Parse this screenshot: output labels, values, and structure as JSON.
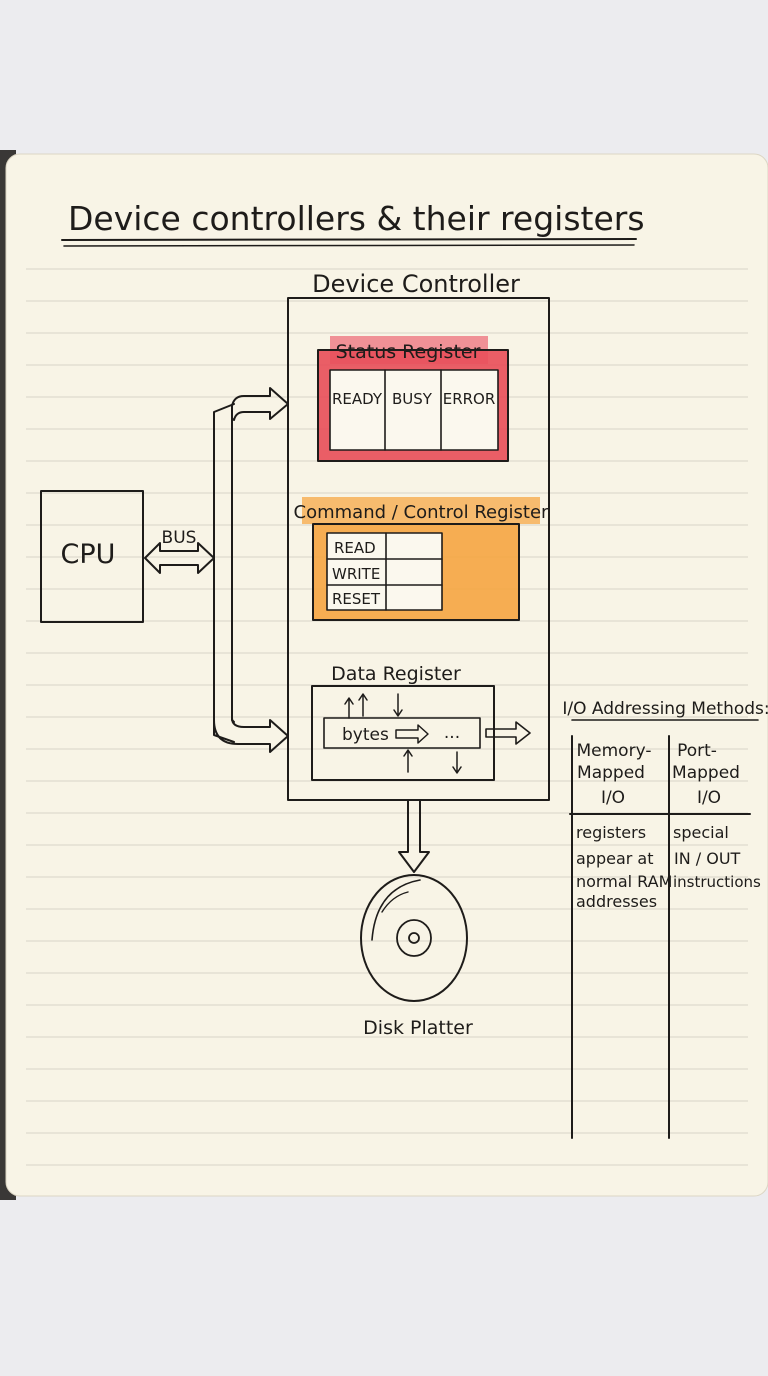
{
  "page": {
    "title": "Device controllers & their registers"
  },
  "cpu": {
    "label": "CPU"
  },
  "bus": {
    "label": "BUS"
  },
  "controller": {
    "title": "Device Controller",
    "status_register": {
      "title": "Status Register",
      "bits": [
        "READY",
        "BUSY",
        "ERROR"
      ],
      "color": "#e8505b"
    },
    "command_register": {
      "title": "Command / Control Register",
      "commands": [
        "READ",
        "WRITE",
        "RESET"
      ],
      "color": "#f5a541"
    },
    "data_register": {
      "title": "Data Register",
      "content": "bytes",
      "ellipsis": "..."
    }
  },
  "disk": {
    "label": "Disk Platter"
  },
  "io_methods": {
    "title": "I/O Addressing Methods:",
    "columns": [
      {
        "header": [
          "Memory-",
          "Mapped",
          "I/O"
        ],
        "body": [
          "registers",
          "appear at",
          "normal RAM",
          "addresses"
        ]
      },
      {
        "header": [
          "Port-",
          "Mapped",
          "I/O"
        ],
        "body": [
          "special",
          "IN / OUT",
          "instructions"
        ]
      }
    ]
  }
}
